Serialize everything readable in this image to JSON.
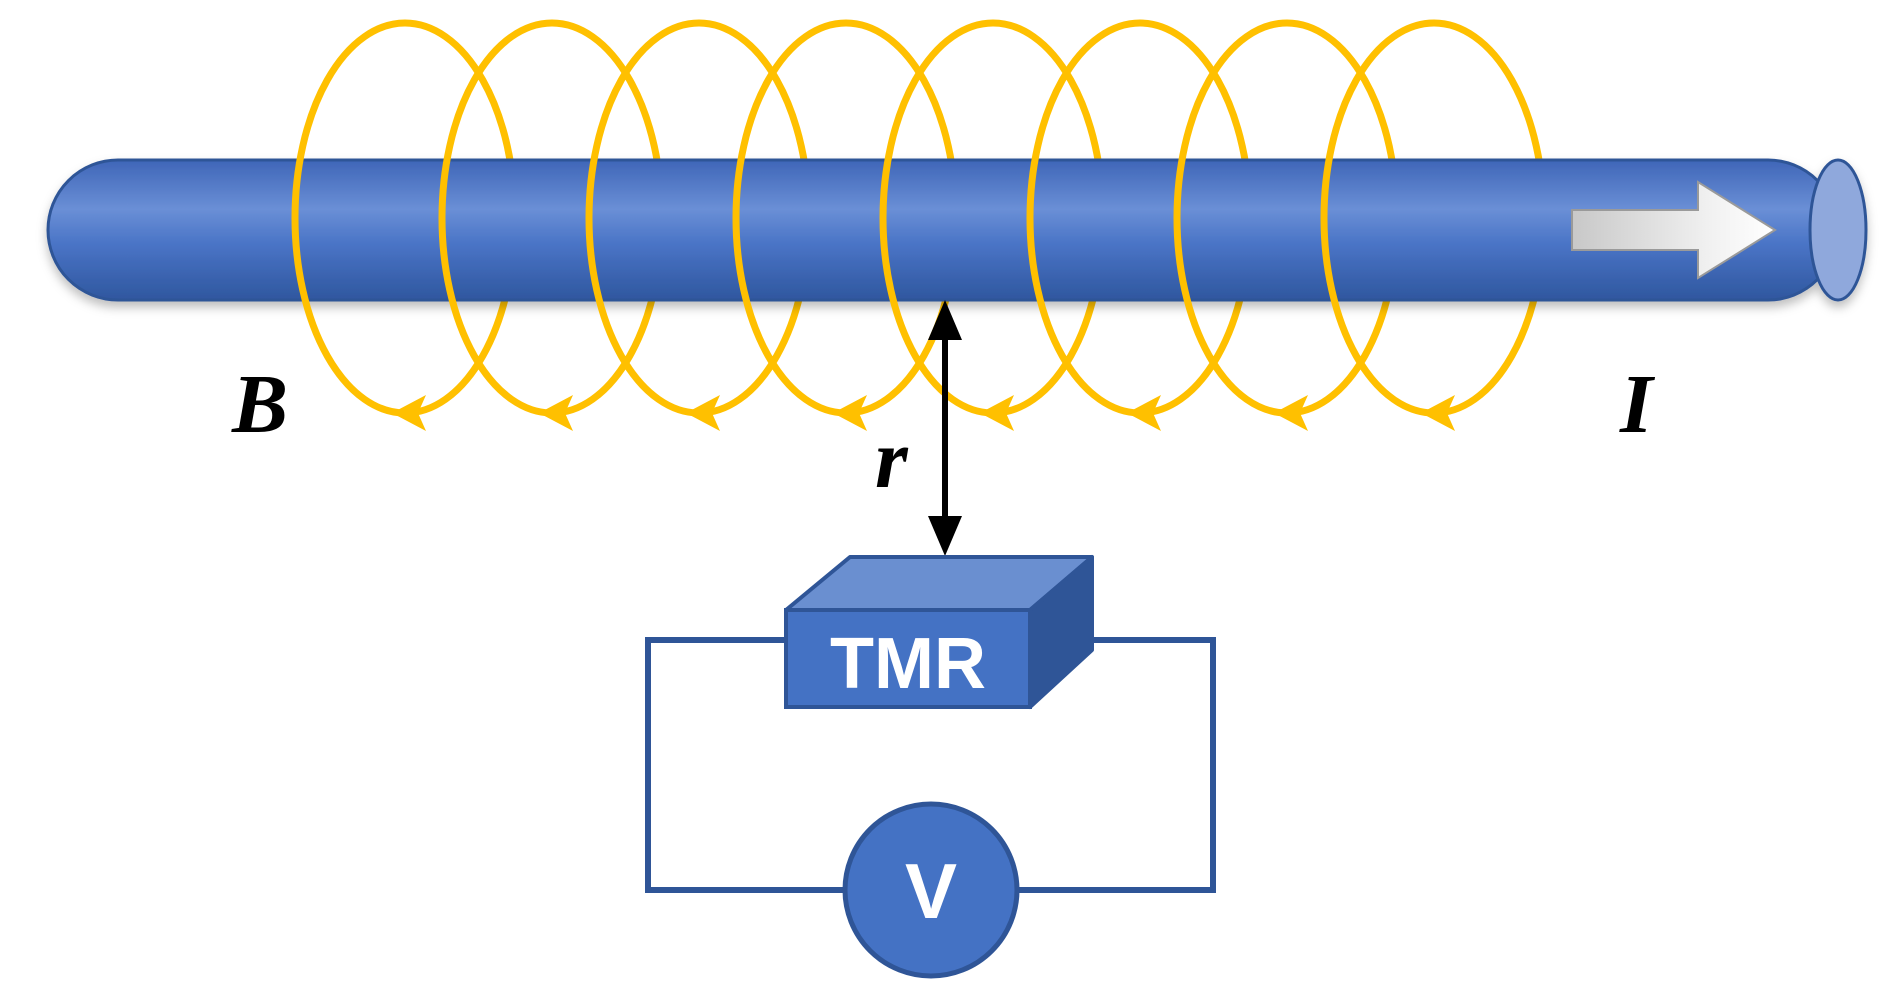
{
  "colors": {
    "conductor": "#4472c4",
    "conductor_dark": "#3a5fa8",
    "conductor_light": "#8fa8dc",
    "field_lines": "#ffc000",
    "circuit_wire": "#2f5597",
    "sensor_top": "#6a8fd0",
    "sensor_front": "#4472c4",
    "sensor_side": "#2f5597",
    "voltmeter": "#4472c4",
    "labels": "#000000"
  },
  "labels": {
    "field": "B",
    "current": "I",
    "distance": "r",
    "sensor": "TMR",
    "voltmeter": "V"
  },
  "diagram": {
    "field_loop_count": 8,
    "current_arrow_icon": "right-arrow-icon",
    "distance_arrow_icon": "double-headed-arrow-icon"
  }
}
